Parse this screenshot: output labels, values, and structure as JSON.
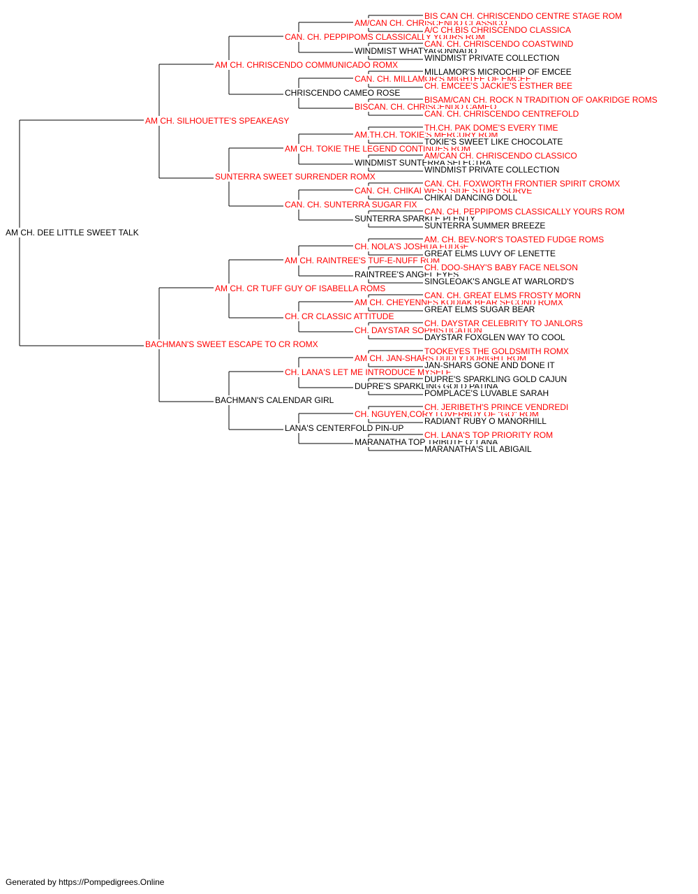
{
  "colors": {
    "champion": "#ff0000",
    "regular": "#000000",
    "line": "#000000"
  },
  "footer": "Generated by https://Pompedigrees.Online",
  "pedigree": {
    "name": "AM CH. DEE LITTLE SWEET TALK",
    "champion": false,
    "sire": {
      "name": "AM CH. SILHOUETTE'S SPEAKEASY",
      "champion": true,
      "sire": {
        "name": "AM CH. CHRISCENDO COMMUNICADO ROMX",
        "champion": true,
        "sire": {
          "name": "CAN. CH. PEPPIPOMS CLASSICALLY YOURS ROM",
          "champion": true,
          "sire": {
            "name": "AM/CAN CH. CHRISCENDO CLASSICO",
            "champion": true,
            "sire": {
              "name": "BIS CAN CH. CHRISCENDO CENTRE STAGE ROM",
              "champion": true
            },
            "dam": {
              "name": "A/C CH.BIS CHRISCENDO CLASSICA",
              "champion": true
            }
          },
          "dam": {
            "name": "WINDMIST WHATYAGONNADO",
            "champion": false,
            "sire": {
              "name": "CAN. CH. CHRISCENDO COASTWIND",
              "champion": true
            },
            "dam": {
              "name": "WINDMIST PRIVATE COLLECTION",
              "champion": false
            }
          }
        },
        "dam": {
          "name": "CHRISCENDO CAMEO ROSE",
          "champion": false,
          "sire": {
            "name": "CAN. CH. MILLAMOR'S MIGHTEE OF EMCEE",
            "champion": true,
            "sire": {
              "name": "MILLAMOR'S MICROCHIP OF EMCEE",
              "champion": false
            },
            "dam": {
              "name": "CH. EMCEE'S JACKIE'S ESTHER BEE",
              "champion": true
            }
          },
          "dam": {
            "name": "BISCAN. CH. CHRISCENDO CAMEO",
            "champion": true,
            "sire": {
              "name": "BISAM/CAN CH. ROCK N TRADITION OF OAKRIDGE ROMS",
              "champion": true
            },
            "dam": {
              "name": "CAN. CH. CHRISCENDO CENTREFOLD",
              "champion": true
            }
          }
        }
      },
      "dam": {
        "name": "SUNTERRA SWEET SURRENDER ROMX",
        "champion": true,
        "sire": {
          "name": "AM CH. TOKIE THE LEGEND CONTINUES ROM",
          "champion": true,
          "sire": {
            "name": "AM.TH.CH. TOKIE'S MERCURY ROM",
            "champion": true,
            "sire": {
              "name": "TH.CH. PAK DOME'S EVERY TIME",
              "champion": true
            },
            "dam": {
              "name": "TOKIE'S SWEET LIKE CHOCOLATE",
              "champion": false
            }
          },
          "dam": {
            "name": "WINDMIST SUNTERRA SELECTRA",
            "champion": false,
            "sire": {
              "name": "AM/CAN CH. CHRISCENDO CLASSICO",
              "champion": true
            },
            "dam": {
              "name": "WINDMIST PRIVATE COLLECTION",
              "champion": false
            }
          }
        },
        "dam": {
          "name": "CAN. CH. SUNTERRA SUGAR FIX",
          "champion": true,
          "sire": {
            "name": "CAN. CH. CHIKAI WEST SIDE STORY SORVE",
            "champion": true,
            "sire": {
              "name": "CAN. CH. FOXWORTH FRONTIER SPIRIT CROMX",
              "champion": true
            },
            "dam": {
              "name": "CHIKAI DANCING DOLL",
              "champion": false
            }
          },
          "dam": {
            "name": "SUNTERRA SPARKLE PLENTY",
            "champion": false,
            "sire": {
              "name": "CAN. CH. PEPPIPOMS CLASSICALLY YOURS ROM",
              "champion": true
            },
            "dam": {
              "name": "SUNTERRA SUMMER BREEZE",
              "champion": false
            }
          }
        }
      }
    },
    "dam": {
      "name": "BACHMAN'S SWEET ESCAPE TO CR ROMX",
      "champion": true,
      "sire": {
        "name": "AM CH. CR TUFF GUY OF ISABELLA ROMS",
        "champion": true,
        "sire": {
          "name": "AM CH. RAINTREE'S TUF-E-NUFF ROM",
          "champion": true,
          "sire": {
            "name": "CH. NOLA'S JOSHUA FUDGE",
            "champion": true,
            "sire": {
              "name": "AM. CH. BEV-NOR'S TOASTED FUDGE ROMS",
              "champion": true
            },
            "dam": {
              "name": "GREAT ELMS LUVY OF LENETTE",
              "champion": false
            }
          },
          "dam": {
            "name": "RAINTREE'S ANGEL EYES",
            "champion": false,
            "sire": {
              "name": "CH. DOO-SHAY'S BABY FACE NELSON",
              "champion": true
            },
            "dam": {
              "name": "SINGLEOAK'S ANGLE AT WARLORD'S",
              "champion": false
            }
          }
        },
        "dam": {
          "name": "CH. CR CLASSIC ATTITUDE",
          "champion": true,
          "sire": {
            "name": "AM CH. CHEYENNES KODIAK BEAR SECOND ROMX",
            "champion": true,
            "sire": {
              "name": "CAN. CH. GREAT ELMS FROSTY MORN",
              "champion": true
            },
            "dam": {
              "name": "GREAT ELMS SUGAR BEAR",
              "champion": false
            }
          },
          "dam": {
            "name": "CH. DAYSTAR SOPHISTICATION",
            "champion": true,
            "sire": {
              "name": "CH. DAYSTAR CELEBRITY TO JANLORS",
              "champion": true
            },
            "dam": {
              "name": "DAYSTAR FOXGLEN WAY TO COOL",
              "champion": false
            }
          }
        }
      },
      "dam": {
        "name": "BACHMAN'S CALENDAR GIRL",
        "champion": false,
        "sire": {
          "name": "CH. LANA'S LET ME INTRODUCE MYSELF",
          "champion": true,
          "sire": {
            "name": "AM CH. JAN-SHARS DUDLY DORIGHT ROM",
            "champion": true,
            "sire": {
              "name": "TOOKEYES THE GOLDSMITH ROMX",
              "champion": true
            },
            "dam": {
              "name": "JAN-SHARS GONE AND DONE IT",
              "champion": false
            }
          },
          "dam": {
            "name": "DUPRE'S SPARKLING GOLD PATINA",
            "champion": false,
            "sire": {
              "name": "DUPRE'S SPARKLING GOLD CAJUN",
              "champion": false
            },
            "dam": {
              "name": "POMPLACE'S LUVABLE SARAH",
              "champion": false
            }
          }
        },
        "dam": {
          "name": "LANA'S CENTERFOLD PIN-UP",
          "champion": false,
          "sire": {
            "name": "CH. NGUYEN,CORY LOVERBOY OF \"GQ\" ROM",
            "champion": true,
            "sire": {
              "name": "CH. JERIBETH'S PRINCE VENDREDI",
              "champion": true
            },
            "dam": {
              "name": "RADIANT RUBY O MANORHILL",
              "champion": false
            }
          },
          "dam": {
            "name": "MARANATHA TOP TRIBUTE O' LANA",
            "champion": false,
            "sire": {
              "name": "CH. LANA'S TOP PRIORITY ROM",
              "champion": true
            },
            "dam": {
              "name": "MARANATHA'S LIL ABIGAIL",
              "champion": false
            }
          }
        }
      }
    }
  }
}
